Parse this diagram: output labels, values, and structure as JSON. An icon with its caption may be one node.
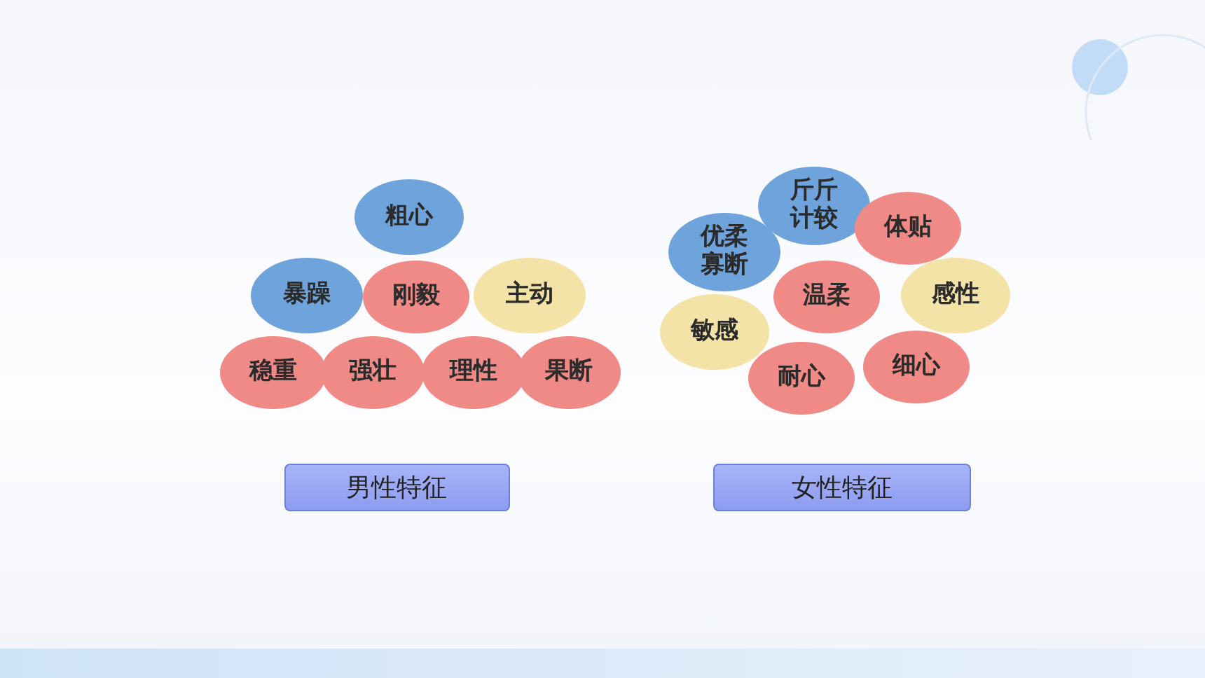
{
  "diagram": {
    "nodes": [
      {
        "text": [
          "粗心"
        ]
      },
      {
        "text": [
          "暴躁"
        ]
      },
      {
        "text": [
          "刚毅"
        ]
      },
      {
        "text": [
          "主动"
        ]
      },
      {
        "text": [
          "稳重"
        ]
      },
      {
        "text": [
          "强壮"
        ]
      },
      {
        "text": [
          "理性"
        ]
      },
      {
        "text": [
          "果断"
        ]
      },
      {
        "text": [
          "男性特征"
        ]
      },
      {
        "text": [
          "斤斤计较"
        ]
      },
      {
        "text": [
          "优柔寡断"
        ]
      },
      {
        "text": [
          "体贴"
        ]
      },
      {
        "text": [
          "温柔"
        ]
      },
      {
        "text": [
          "感性"
        ]
      },
      {
        "text": [
          "敏感"
        ]
      },
      {
        "text": [
          "耐心"
        ]
      },
      {
        "text": [
          "细心"
        ]
      },
      {
        "text": [
          "女性特征"
        ]
      }
    ],
    "edges": []
  }
}
